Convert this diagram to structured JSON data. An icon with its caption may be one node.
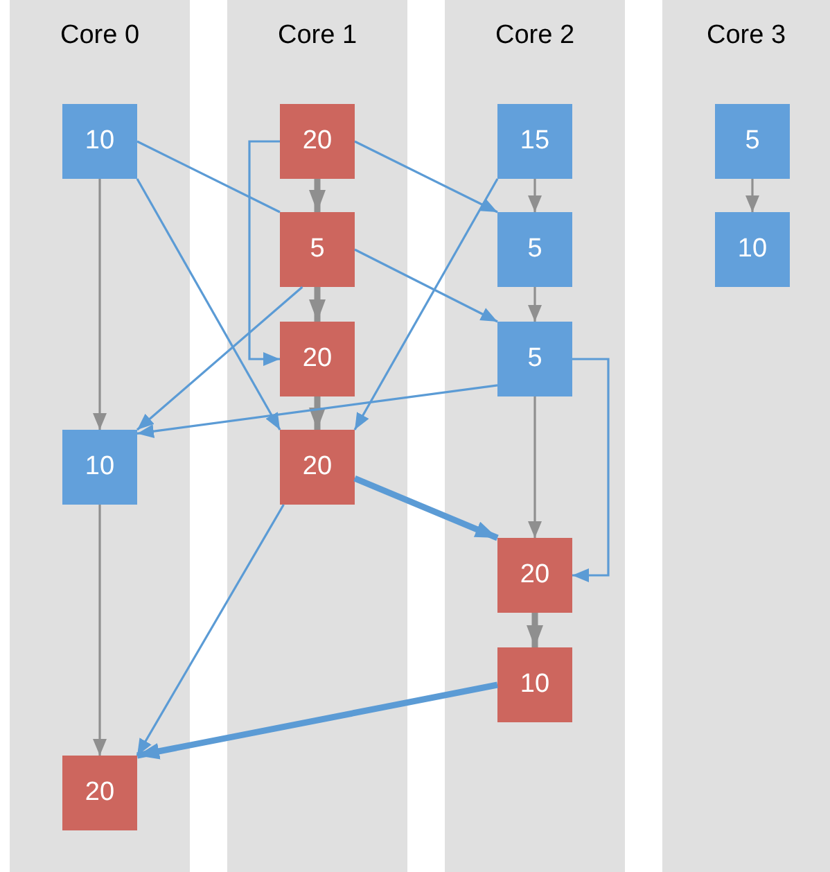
{
  "diagram": {
    "nodes": [
      {
        "text": [
          "Core 0"
        ]
      },
      {
        "text": [
          "Core 1"
        ]
      },
      {
        "text": [
          "Core 2"
        ]
      },
      {
        "text": [
          "Core 3"
        ]
      },
      {
        "text": [
          "10"
        ],
        "in": 0
      },
      {
        "text": [
          "10"
        ],
        "in": 0
      },
      {
        "text": [
          "20"
        ],
        "in": 0
      },
      {
        "text": [
          "20"
        ],
        "in": 1
      },
      {
        "text": [
          "5"
        ],
        "in": 1
      },
      {
        "text": [
          "20"
        ],
        "in": 1
      },
      {
        "text": [
          "20"
        ],
        "in": 1
      },
      {
        "text": [
          "15"
        ],
        "in": 2
      },
      {
        "text": [
          "5"
        ],
        "in": 2
      },
      {
        "text": [
          "5"
        ],
        "in": 2
      },
      {
        "text": [
          "20"
        ],
        "in": 2
      },
      {
        "text": [
          "10"
        ],
        "in": 2
      },
      {
        "text": [
          "5"
        ],
        "in": 3
      },
      {
        "text": [
          "10"
        ],
        "in": 3
      }
    ],
    "edges": [
      {
        "from": 4,
        "to": 5,
        "arrow": "to",
        "color": "#8f8f8f"
      },
      {
        "from": 5,
        "to": 6,
        "arrow": "to",
        "color": "#8f8f8f"
      },
      {
        "from": 7,
        "to": 8,
        "arrow": "to",
        "color": "#8f8f8f",
        "style": "thick"
      },
      {
        "from": 8,
        "to": 9,
        "arrow": "to",
        "color": "#8f8f8f",
        "style": "thick"
      },
      {
        "from": 9,
        "to": 10,
        "arrow": "to",
        "color": "#8f8f8f",
        "style": "thick"
      },
      {
        "from": 11,
        "to": 12,
        "arrow": "to",
        "color": "#8f8f8f"
      },
      {
        "from": 12,
        "to": 13,
        "arrow": "to",
        "color": "#8f8f8f"
      },
      {
        "from": 13,
        "to": 14,
        "arrow": "to",
        "color": "#8f8f8f"
      },
      {
        "from": 14,
        "to": 15,
        "arrow": "to",
        "color": "#8f8f8f",
        "style": "thick"
      },
      {
        "from": 16,
        "to": 17,
        "arrow": "to",
        "color": "#8f8f8f"
      },
      {
        "from": 4,
        "to": 8,
        "arrow": "none"
      },
      {
        "from": 4,
        "to": 10,
        "arrow": "to"
      },
      {
        "from": 7,
        "to": 9,
        "arrow": "to"
      },
      {
        "from": 7,
        "to": 12,
        "arrow": "to"
      },
      {
        "from": 8,
        "to": 13,
        "arrow": "to"
      },
      {
        "from": 8,
        "to": 5,
        "arrow": "to"
      },
      {
        "from": 11,
        "to": 10,
        "arrow": "to"
      },
      {
        "from": 13,
        "to": 5,
        "arrow": "to"
      },
      {
        "from": 13,
        "to": 14,
        "arrow": "to"
      },
      {
        "from": 10,
        "to": 14,
        "arrow": "to",
        "style": "thick"
      },
      {
        "from": 10,
        "to": 6,
        "arrow": "to"
      },
      {
        "from": 15,
        "to": 6,
        "arrow": "to",
        "style": "thick"
      }
    ]
  }
}
